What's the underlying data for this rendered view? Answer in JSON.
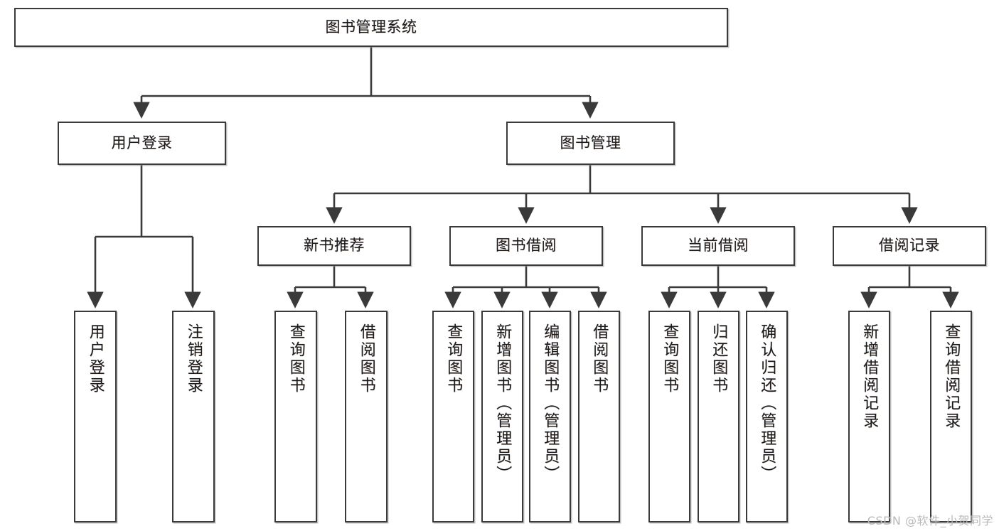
{
  "diagram": {
    "type": "tree",
    "title": "图书管理系统",
    "watermark": "CSDN @软件_小贺同学",
    "colors": {
      "stroke": "#3a3a3a",
      "fill": "#ffffff",
      "text": "#1b1b1b",
      "watermark": "#b9b9b9"
    },
    "nodes": {
      "root": "图书管理系统",
      "level2": {
        "user_login": "用户登录",
        "book_manage": "图书管理"
      },
      "level3": {
        "new_book_rec": "新书推荐",
        "book_borrow": "图书借阅",
        "current_borrow": "当前借阅",
        "borrow_record": "借阅记录"
      },
      "leaves": {
        "user_login_children": [
          "用户登录",
          "注销登录"
        ],
        "new_book_rec_children": [
          "查询图书",
          "借阅图书"
        ],
        "book_borrow_children": [
          "查询图书",
          "新增图书（管理员）",
          "编辑图书（管理员）",
          "借阅图书"
        ],
        "current_borrow_children": [
          "查询图书",
          "归还图书",
          "确认归还（管理员）"
        ],
        "borrow_record_children": [
          "新增借阅记录",
          "查询借阅记录"
        ]
      }
    }
  }
}
